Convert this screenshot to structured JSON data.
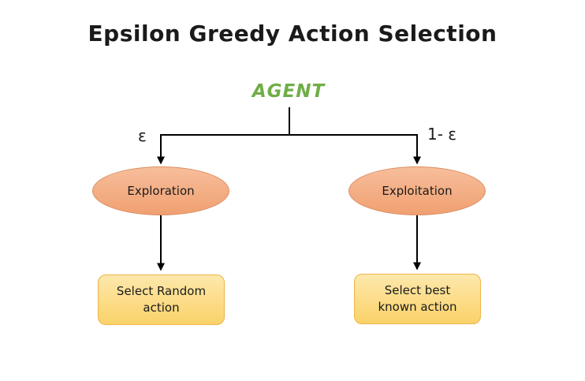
{
  "title": "Epsilon Greedy Action Selection",
  "agent": {
    "label": "AGENT"
  },
  "branches": {
    "left": {
      "prob_label": "ε",
      "state": "Exploration",
      "action_line1": "Select Random",
      "action_line2": "action"
    },
    "right": {
      "prob_label": "1- ε",
      "state": "Exploitation",
      "action_line1": "Select best",
      "action_line2": "known action"
    }
  },
  "colors": {
    "agent_green": "#70AD47",
    "ellipse_fill_top": "#F7BE9B",
    "ellipse_fill_bottom": "#F0A071",
    "ellipse_border": "#D98E62",
    "box_fill_top": "#FDE8AC",
    "box_fill_bottom": "#FAD269",
    "box_border": "#EEB549",
    "line_color": "#000000",
    "text_color": "#1A1A1A"
  }
}
